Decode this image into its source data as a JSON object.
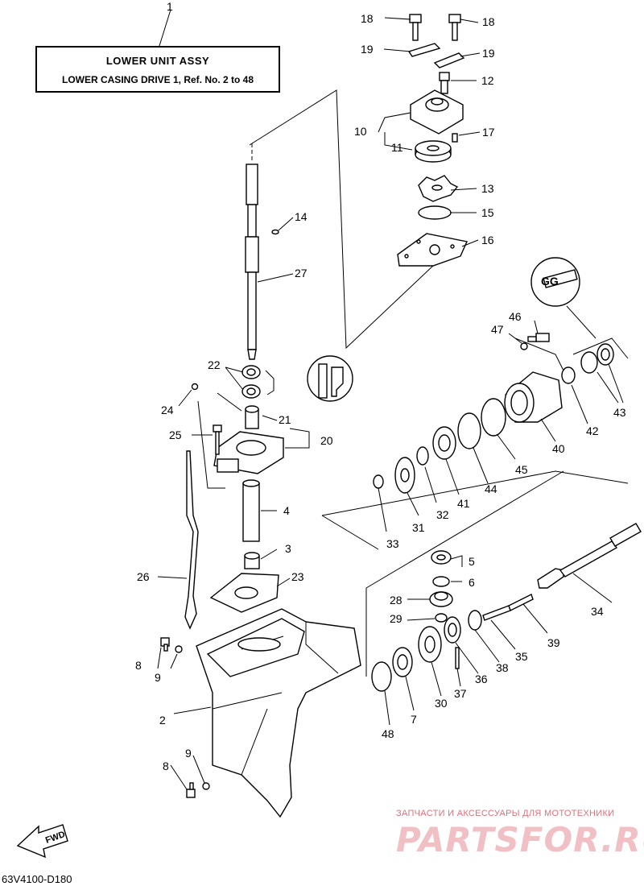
{
  "title": {
    "line1": "LOWER UNIT ASSY",
    "line2": "LOWER CASING DRIVE 1,  Ref. No. 2 to 48"
  },
  "diagram_code": "63V4100-D180",
  "fwd_label": "FWD",
  "grease_symbol": "GG",
  "watermark": {
    "small": "ЗАПЧАСТИ И АКСЕССУАРЫ ДЛЯ МОТОТЕХНИКИ",
    "logo": "PARTSFOR.RU"
  },
  "callouts": {
    "c1": "1",
    "c2": "2",
    "c3": "3",
    "c4": "4",
    "c5": "5",
    "c6": "6",
    "c7": "7",
    "c8a": "8",
    "c8b": "8",
    "c9a": "9",
    "c9b": "9",
    "c10": "10",
    "c11": "11",
    "c12": "12",
    "c13": "13",
    "c14": "14",
    "c15": "15",
    "c16": "16",
    "c17": "17",
    "c18a": "18",
    "c18b": "18",
    "c19a": "19",
    "c19b": "19",
    "c20": "20",
    "c21": "21",
    "c22": "22",
    "c23": "23",
    "c24": "24",
    "c25": "25",
    "c26": "26",
    "c27": "27",
    "c28": "28",
    "c29": "29",
    "c30": "30",
    "c31": "31",
    "c32": "32",
    "c33": "33",
    "c34": "34",
    "c35": "35",
    "c36": "36",
    "c37": "37",
    "c38": "38",
    "c39": "39",
    "c40": "40",
    "c41": "41",
    "c42": "42",
    "c43": "43",
    "c44": "44",
    "c45": "45",
    "c46": "46",
    "c47": "47",
    "c48": "48"
  }
}
